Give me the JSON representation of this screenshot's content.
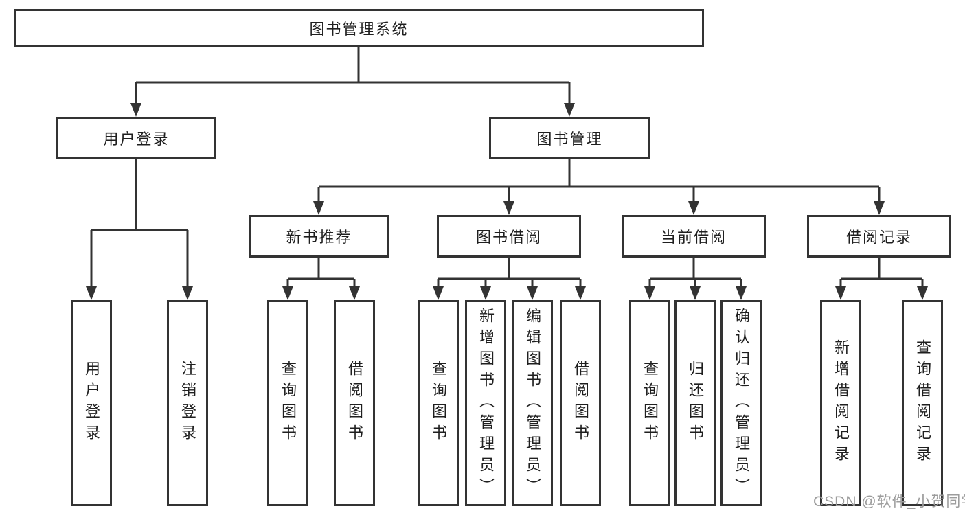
{
  "diagram_type": "hierarchy-tree",
  "colors": {
    "line": "#333333",
    "box_background": "#ffffff",
    "text": "#1f1f1f",
    "watermark": "#9c9c9c"
  },
  "watermark": "CSDN @软件_小贺同学",
  "tree": {
    "label": "图书管理系统",
    "children": [
      {
        "label": "用户登录",
        "children": [
          {
            "label": "用户登录"
          },
          {
            "label": "注销登录"
          }
        ]
      },
      {
        "label": "图书管理",
        "children": [
          {
            "label": "新书推荐",
            "children": [
              {
                "label": "查询图书"
              },
              {
                "label": "借阅图书"
              }
            ]
          },
          {
            "label": "图书借阅",
            "children": [
              {
                "label": "查询图书"
              },
              {
                "label": "新增图书（管理员）"
              },
              {
                "label": "编辑图书（管理员）"
              },
              {
                "label": "借阅图书"
              }
            ]
          },
          {
            "label": "当前借阅",
            "children": [
              {
                "label": "查询图书"
              },
              {
                "label": "归还图书"
              },
              {
                "label": "确认归还（管理员）"
              }
            ]
          },
          {
            "label": "借阅记录",
            "children": [
              {
                "label": "新增借阅记录"
              },
              {
                "label": "查询借阅记录"
              }
            ]
          }
        ]
      }
    ]
  }
}
